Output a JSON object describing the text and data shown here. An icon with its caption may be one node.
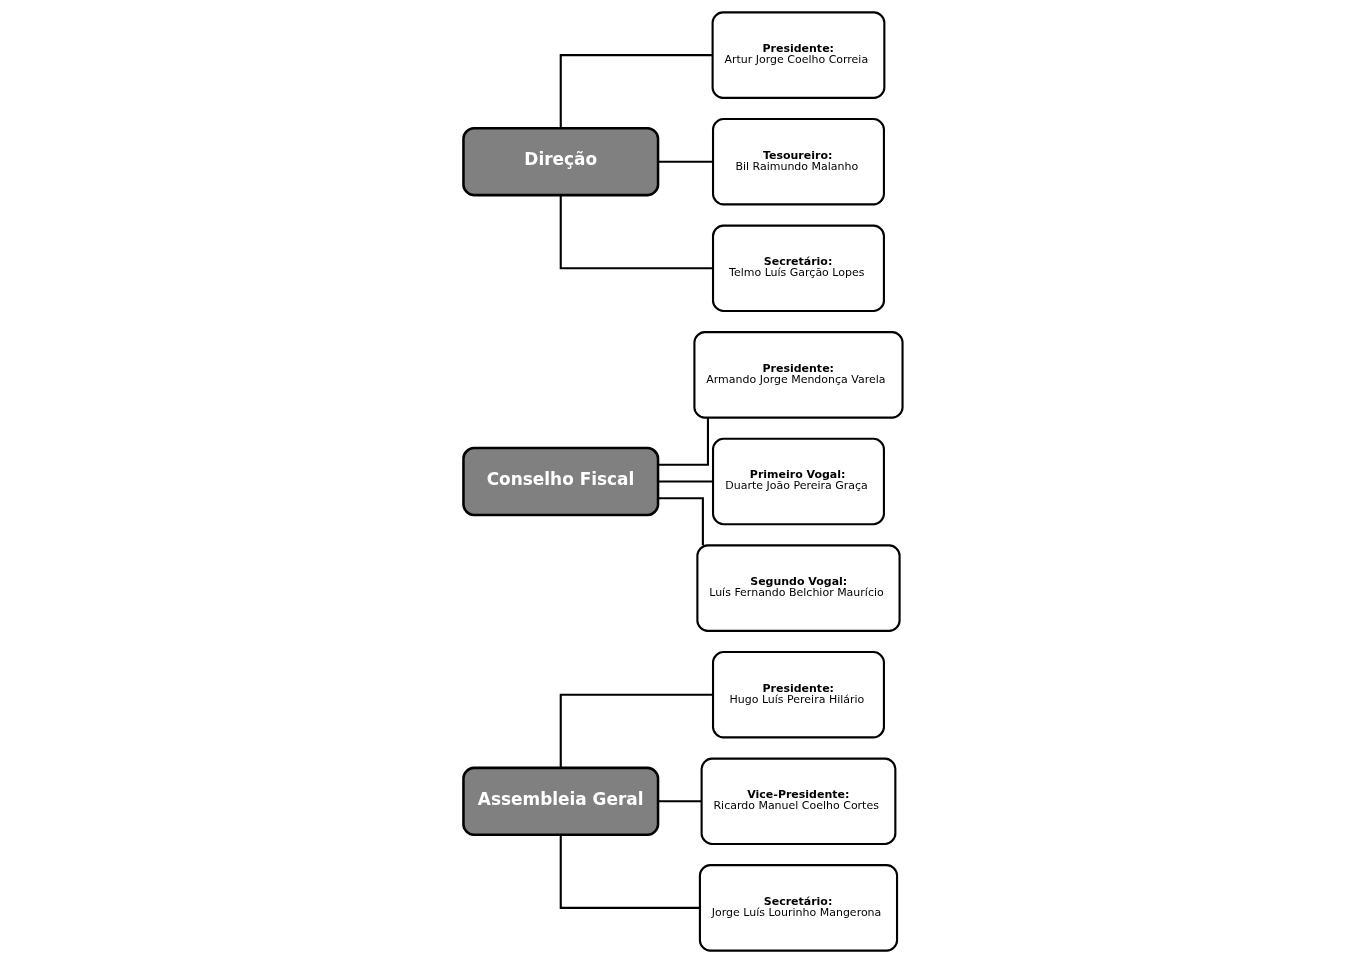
{
  "diagram": {
    "nodes": [
      {
        "text": [
          "Assembleia Geral"
        ]
      },
      {
        "text": [
          "Presidente:",
          "Hugo Luís Pereira Hilário"
        ]
      },
      {
        "text": [
          "Vice-Presidente:",
          "Ricardo Manuel Coelho Cortes"
        ]
      },
      {
        "text": [
          "Secretário:",
          "Jorge Luís Lourinho Mangerona"
        ]
      },
      {
        "text": [
          "Conselho Fiscal"
        ]
      },
      {
        "text": [
          "Presidente:",
          "Armando Jorge Mendonça Varela"
        ]
      },
      {
        "text": [
          "Primeiro Vogal:",
          "Duarte João Pereira Graça"
        ]
      },
      {
        "text": [
          "Segundo Vogal:",
          "Luís Fernando Belchior Maurício"
        ]
      },
      {
        "text": [
          "Direção"
        ]
      },
      {
        "text": [
          "Presidente:",
          "Artur Jorge Coelho Correia"
        ]
      },
      {
        "text": [
          "Tesoureiro:",
          "Bil Raimundo Malanho"
        ]
      },
      {
        "text": [
          "Secretário:",
          "Telmo Luís Garção Lopes"
        ]
      }
    ],
    "edges": [
      {
        "from": 0,
        "to": 1,
        "arrow": "none"
      },
      {
        "from": 0,
        "to": 2,
        "arrow": "none"
      },
      {
        "from": 0,
        "to": 3,
        "arrow": "none"
      },
      {
        "from": 4,
        "to": 5,
        "arrow": "none"
      },
      {
        "from": 4,
        "to": 6,
        "arrow": "none"
      },
      {
        "from": 4,
        "to": 7,
        "arrow": "none"
      },
      {
        "from": 8,
        "to": 9,
        "arrow": "none"
      },
      {
        "from": 8,
        "to": 10,
        "arrow": "none"
      },
      {
        "from": 8,
        "to": 11,
        "arrow": "none"
      }
    ]
  }
}
